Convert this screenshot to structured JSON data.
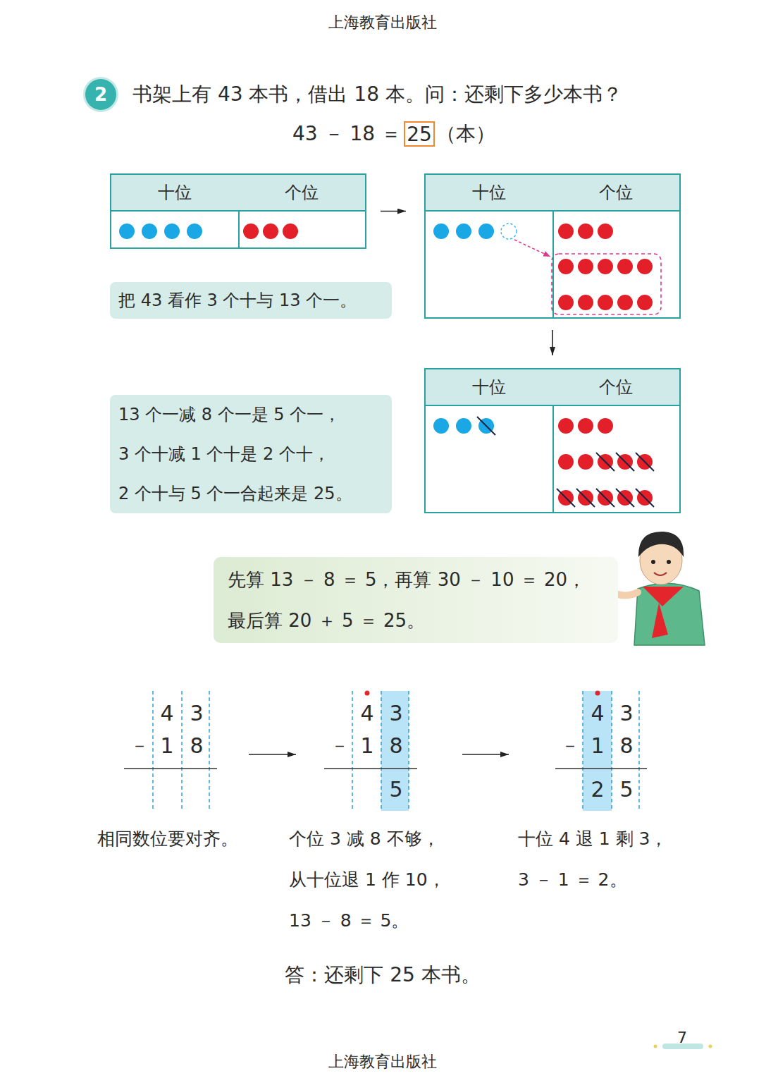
{
  "diagram": {
    "nodes": [
      {
        "text": [
          "2"
        ]
      },
      {
        "text": [
          "25"
        ]
      },
      {
        "text": [
          "十位",
          "个位"
        ]
      },
      {
        "text": [
          "十位",
          "个位"
        ]
      },
      {
        "text": [
          "十位",
          "个位"
        ]
      },
      {
        "text": [
          "把 43 看作 3 个十与 13 个一。"
        ]
      },
      {
        "text": [
          "13 个一减 8 个一是 5 个一，",
          "3 个十减 1 个十是 2 个十，",
          "2 个十与 5 个一合起来是 25。"
        ]
      },
      {
        "text": [
          "先算 13 － 8 ＝ 5，再算 30 － 10 ＝ 20，",
          "最后算 20 ＋ 5 ＝ 25。"
        ]
      }
    ],
    "edges": [
      {
        "from": 2,
        "to": 3,
        "arrow": "to"
      },
      {
        "from": 3,
        "to": 4,
        "arrow": "to"
      }
    ],
    "labels": [
      "上海教育出版社",
      "书架上有 43 本书，借出 18 本。问：还剩下多少本书？",
      "43 － 18 ＝",
      "（本）",
      "4",
      "3",
      "－",
      "1",
      "8",
      "4",
      "3",
      "－",
      "1",
      "8",
      "5",
      "4",
      "3",
      "－",
      "1",
      "8",
      "2",
      "5",
      "相同数位要对齐。",
      "个位 3 减 8 不够，",
      "从十位退 1 作 10，",
      "13 － 8 ＝ 5。",
      "十位 4 退 1 剩 3，",
      "3 － 1 ＝ 2。",
      "答：还剩下 25 本书。",
      "7",
      "上海教育出版社"
    ]
  }
}
